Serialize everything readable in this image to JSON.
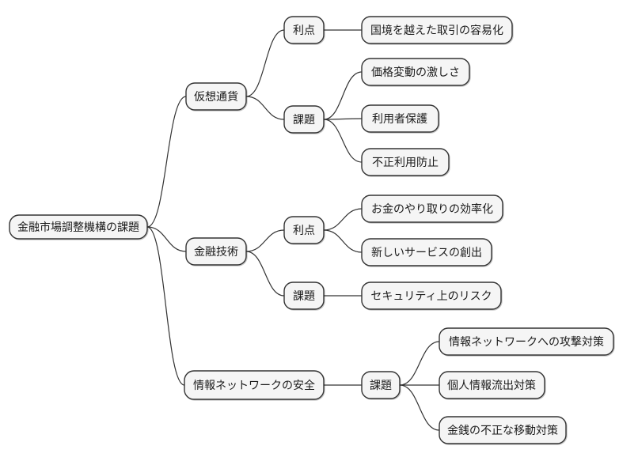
{
  "mindmap": {
    "root": {
      "label": "金融市場調整機構の課題"
    },
    "branches": [
      {
        "label": "仮想通貨",
        "children": [
          {
            "label": "利点",
            "children": [
              {
                "label": "国境を越えた取引の容易化"
              }
            ]
          },
          {
            "label": "課題",
            "children": [
              {
                "label": "価格変動の激しさ"
              },
              {
                "label": "利用者保護"
              },
              {
                "label": "不正利用防止"
              }
            ]
          }
        ]
      },
      {
        "label": "金融技術",
        "children": [
          {
            "label": "利点",
            "children": [
              {
                "label": "お金のやり取りの効率化"
              },
              {
                "label": "新しいサービスの創出"
              }
            ]
          },
          {
            "label": "課題",
            "children": [
              {
                "label": "セキュリティ上のリスク"
              }
            ]
          }
        ]
      },
      {
        "label": "情報ネットワークの安全",
        "children": [
          {
            "label": "課題",
            "children": [
              {
                "label": "情報ネットワークへの攻撃対策"
              },
              {
                "label": "個人情報流出対策"
              },
              {
                "label": "金銭の不正な移動対策"
              }
            ]
          }
        ]
      }
    ],
    "colors": {
      "background": "#ffffff",
      "node_fill": "#f5f5f5",
      "node_stroke": "#333333",
      "edge_color": "#333333",
      "text_color": "#1a1a1a"
    }
  }
}
